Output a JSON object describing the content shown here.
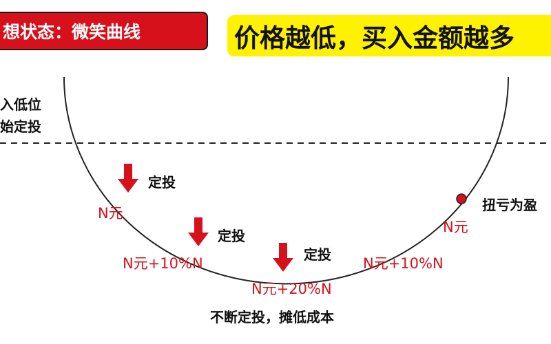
{
  "header": {
    "left_title": "想状态：微笑曲线",
    "right_title": "价格越低，买入金额越多"
  },
  "left_note": {
    "line1": "入低位",
    "line2": "始定投"
  },
  "investments": [
    {
      "action": "定投",
      "amount": "N元"
    },
    {
      "action": "定投",
      "amount": "N元+10%N"
    },
    {
      "action": "定投",
      "amount": "N元+20%N"
    }
  ],
  "rising_amount": "N元+10%N",
  "profit_point": {
    "label": "扭亏为盈",
    "amount": "N元"
  },
  "bottom_caption": "不断定投，摊低成本",
  "colors": {
    "accent_red": "#d6111b",
    "highlight_yellow": "#fff200",
    "line": "#222222"
  }
}
